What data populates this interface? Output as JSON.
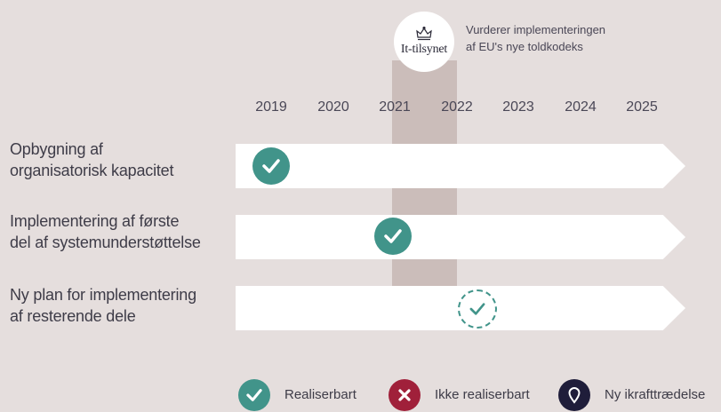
{
  "logo": {
    "text": "It-tilsynet",
    "icon": "crown-icon"
  },
  "note": {
    "line1": "Vurderer implementeringen",
    "line2": "af EU's nye toldkodeks"
  },
  "years": [
    "2019",
    "2020",
    "2021",
    "2022",
    "2023",
    "2024",
    "2025"
  ],
  "rows": [
    {
      "line1": "Opbygning af",
      "line2": "organisatorisk kapacitet",
      "status": "Realiserbart",
      "marker_year": "2019"
    },
    {
      "line1": "Implementering af første",
      "line2": "del af systemunderstøttelse",
      "status": "Realiserbart",
      "marker_year": "2021"
    },
    {
      "line1": "Ny plan for implementering",
      "line2": "af resterende dele",
      "status": "Realiserbart (planlagt)",
      "marker_year": "2022"
    }
  ],
  "legend": [
    {
      "label": "Realiserbart",
      "icon": "check-icon",
      "color": "#41948a"
    },
    {
      "label": "Ikke realiserbart",
      "icon": "x-icon",
      "color": "#a0203a"
    },
    {
      "label": "Ny ikrafttrædelse",
      "icon": "map-pin-icon",
      "color": "#1f1d3a"
    }
  ],
  "colors": {
    "background": "#e5dedd",
    "highlight": "#cbbdba",
    "lane": "#ffffff",
    "check": "#41948a",
    "not_realisable": "#a0203a",
    "new_effective": "#1f1d3a"
  }
}
